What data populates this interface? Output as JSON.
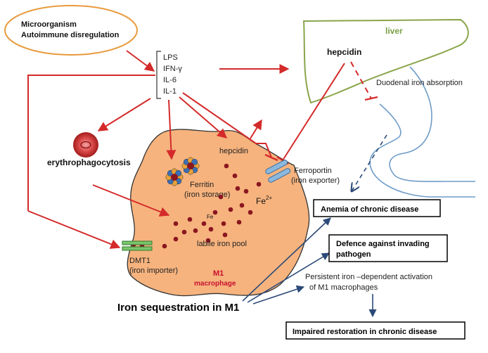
{
  "colors": {
    "arrow_red": "#d42a2a",
    "arrow_blue": "#2c4a78",
    "macrophage_fill": "#f6b37e",
    "liver_outline": "#8aa54a",
    "liver_label": "#7aa044",
    "intestine": "#6f9cc8",
    "iron_dot": "#8a1620",
    "m1_label": "#c8102e",
    "trigger_oval": "#e89a3c"
  },
  "icons": [
    "inhibition-bar-icon",
    "ferritin-cluster-icon",
    "transporter-icon",
    "red-blood-cell-icon"
  ],
  "triggers": {
    "line1": "Microorganism",
    "line2": "Autoimmune disregulation"
  },
  "mediators": [
    "LPS",
    "IFN-γ",
    "IL-6",
    "IL-1"
  ],
  "liver": {
    "label": "liver",
    "hepcidin": "hepcidin"
  },
  "duodenal": "Duodenal iron absorption",
  "erythrophagocytosis": "erythrophagocytosis",
  "macrophage": {
    "hepcidin": "hepcidin",
    "ferritin_line1": "Ferritin",
    "ferritin_line2": "(iron storage)",
    "ferroportin_line1": "Ferroportin",
    "ferroportin_line2": "(iron exporter)",
    "fe_ion": "Fe",
    "fe_charge": "2+",
    "fe_small": "Fe",
    "labile_pool": "labile iron pool",
    "dmt1_line1": "DMT1",
    "dmt1_line2": "(iron importer)",
    "m1_line1": "M1",
    "m1_line2": "macrophage"
  },
  "sequestration": "Iron sequestration in M1",
  "outcomes": {
    "anemia": "Anemia of chronic disease",
    "defence_line1": "Defence against invading",
    "defence_line2": "pathogen",
    "persistent_line1": "Persistent iron –dependent activation",
    "persistent_line2": "of M1 macrophages",
    "impaired": "Impaired restoration in chronic disease"
  }
}
